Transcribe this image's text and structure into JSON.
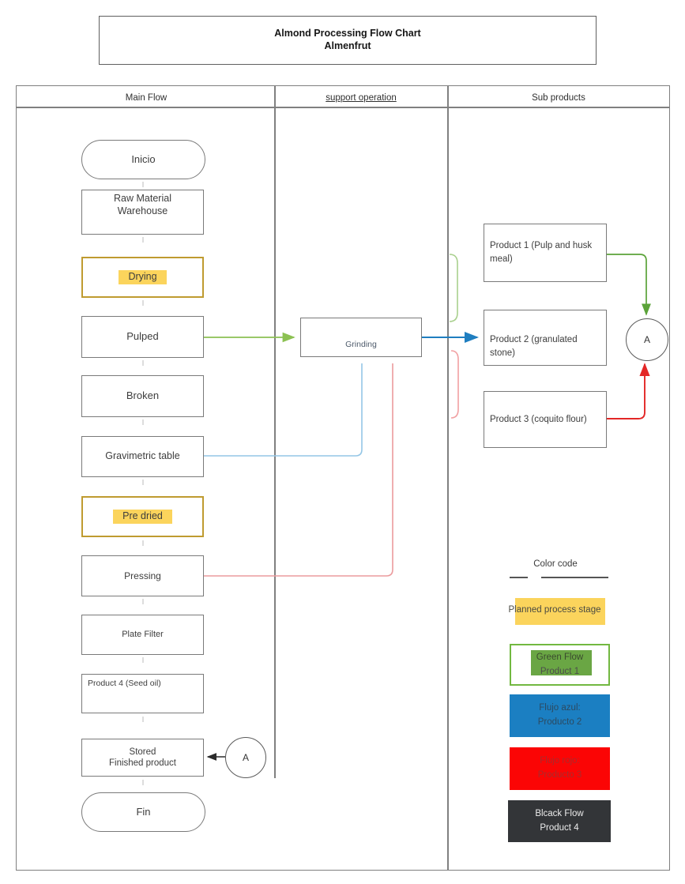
{
  "title": {
    "line1": "Almond Processing Flow Chart",
    "line2": "Almenfrut"
  },
  "columns": {
    "main": "Main Flow",
    "support": "support operation",
    "sub": "Sub products"
  },
  "nodes": {
    "inicio": {
      "label": "Inicio"
    },
    "raw_material": {
      "label": "Raw Material\nWarehouse"
    },
    "drying": {
      "label": "Drying",
      "planned": true
    },
    "pulped": {
      "label": "Pulped"
    },
    "broken": {
      "label": "Broken"
    },
    "gravimetric": {
      "label": "Gravimetric table"
    },
    "pre_dried": {
      "label": "Pre dried",
      "planned": true
    },
    "pressing": {
      "label": "Pressing"
    },
    "plate_filter": {
      "label": "Plate Filter"
    },
    "product4": {
      "label": "Product 4 (Seed oil)"
    },
    "stored": {
      "label": "Stored\nFinished product"
    },
    "fin": {
      "label": "Fin"
    },
    "grinding": {
      "label": "Grinding"
    },
    "product1": {
      "label": "Product 1 (Pulp and husk meal)"
    },
    "product2": {
      "label": "Product 2 (granulated stone)"
    },
    "product3": {
      "label": "Product 3 (coquito flour)"
    },
    "connector_a_main": {
      "label": "A"
    },
    "connector_a_sub": {
      "label": "A"
    }
  },
  "legend": {
    "heading": "Color code",
    "planned": "Planned process stage",
    "green": {
      "line1": "Green Flow",
      "line2": "Product 1"
    },
    "blue": {
      "line1": "Flujo azul:",
      "line2": "Producto 2"
    },
    "red": {
      "line1": "Flujo rojo:",
      "line2": "Producto 3"
    },
    "black": {
      "line1": "Blcack Flow",
      "line2": "Product 4"
    }
  },
  "colors": {
    "gold_border": "#bf9b30",
    "yellow_highlight": "#fbd45c",
    "green_flow": "#8cc152",
    "green_dark": "#5ba339",
    "blue_flow": "#1f7ec0",
    "light_blue": "#94c6e6",
    "light_red": "#eb9b9d",
    "red_arrow": "#e32726",
    "legend_blue": "#1b7fc2",
    "legend_red": "#fb0505",
    "legend_black": "#333538",
    "legend_green_fill": "#6aa644",
    "legend_green_border": "#72b840"
  }
}
